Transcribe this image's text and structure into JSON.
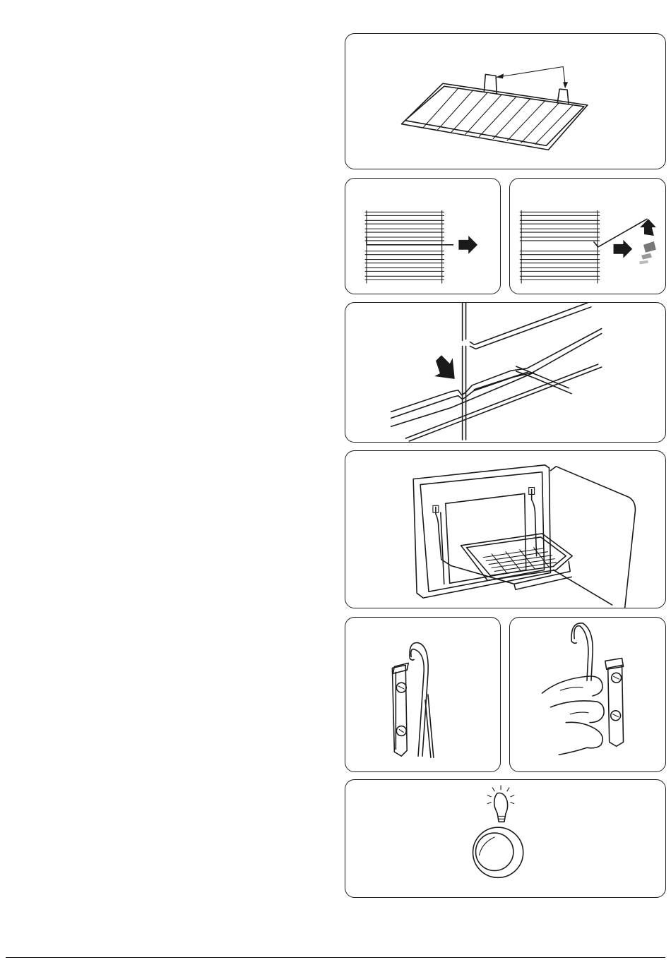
{
  "figures": [
    {
      "id": "shelf-with-stops",
      "icon": "oven-shelf-icon"
    },
    {
      "id": "shelf-insert-straight",
      "icon": "shelf-slide-icon"
    },
    {
      "id": "shelf-insert-tilt",
      "icon": "shelf-tilt-icon"
    },
    {
      "id": "shelf-runner-detail",
      "icon": "runner-detail-icon"
    },
    {
      "id": "grill-pan-on-door",
      "icon": "grill-pan-icon"
    },
    {
      "id": "support-bracket-in",
      "icon": "bracket-icon"
    },
    {
      "id": "support-bracket-hand",
      "icon": "hand-bracket-icon"
    },
    {
      "id": "oven-light-switch",
      "icon": "light-bulb-icon"
    }
  ],
  "colors": {
    "line": "#1a1a1a",
    "background": "#ffffff",
    "arrow_grey": "#777777"
  }
}
